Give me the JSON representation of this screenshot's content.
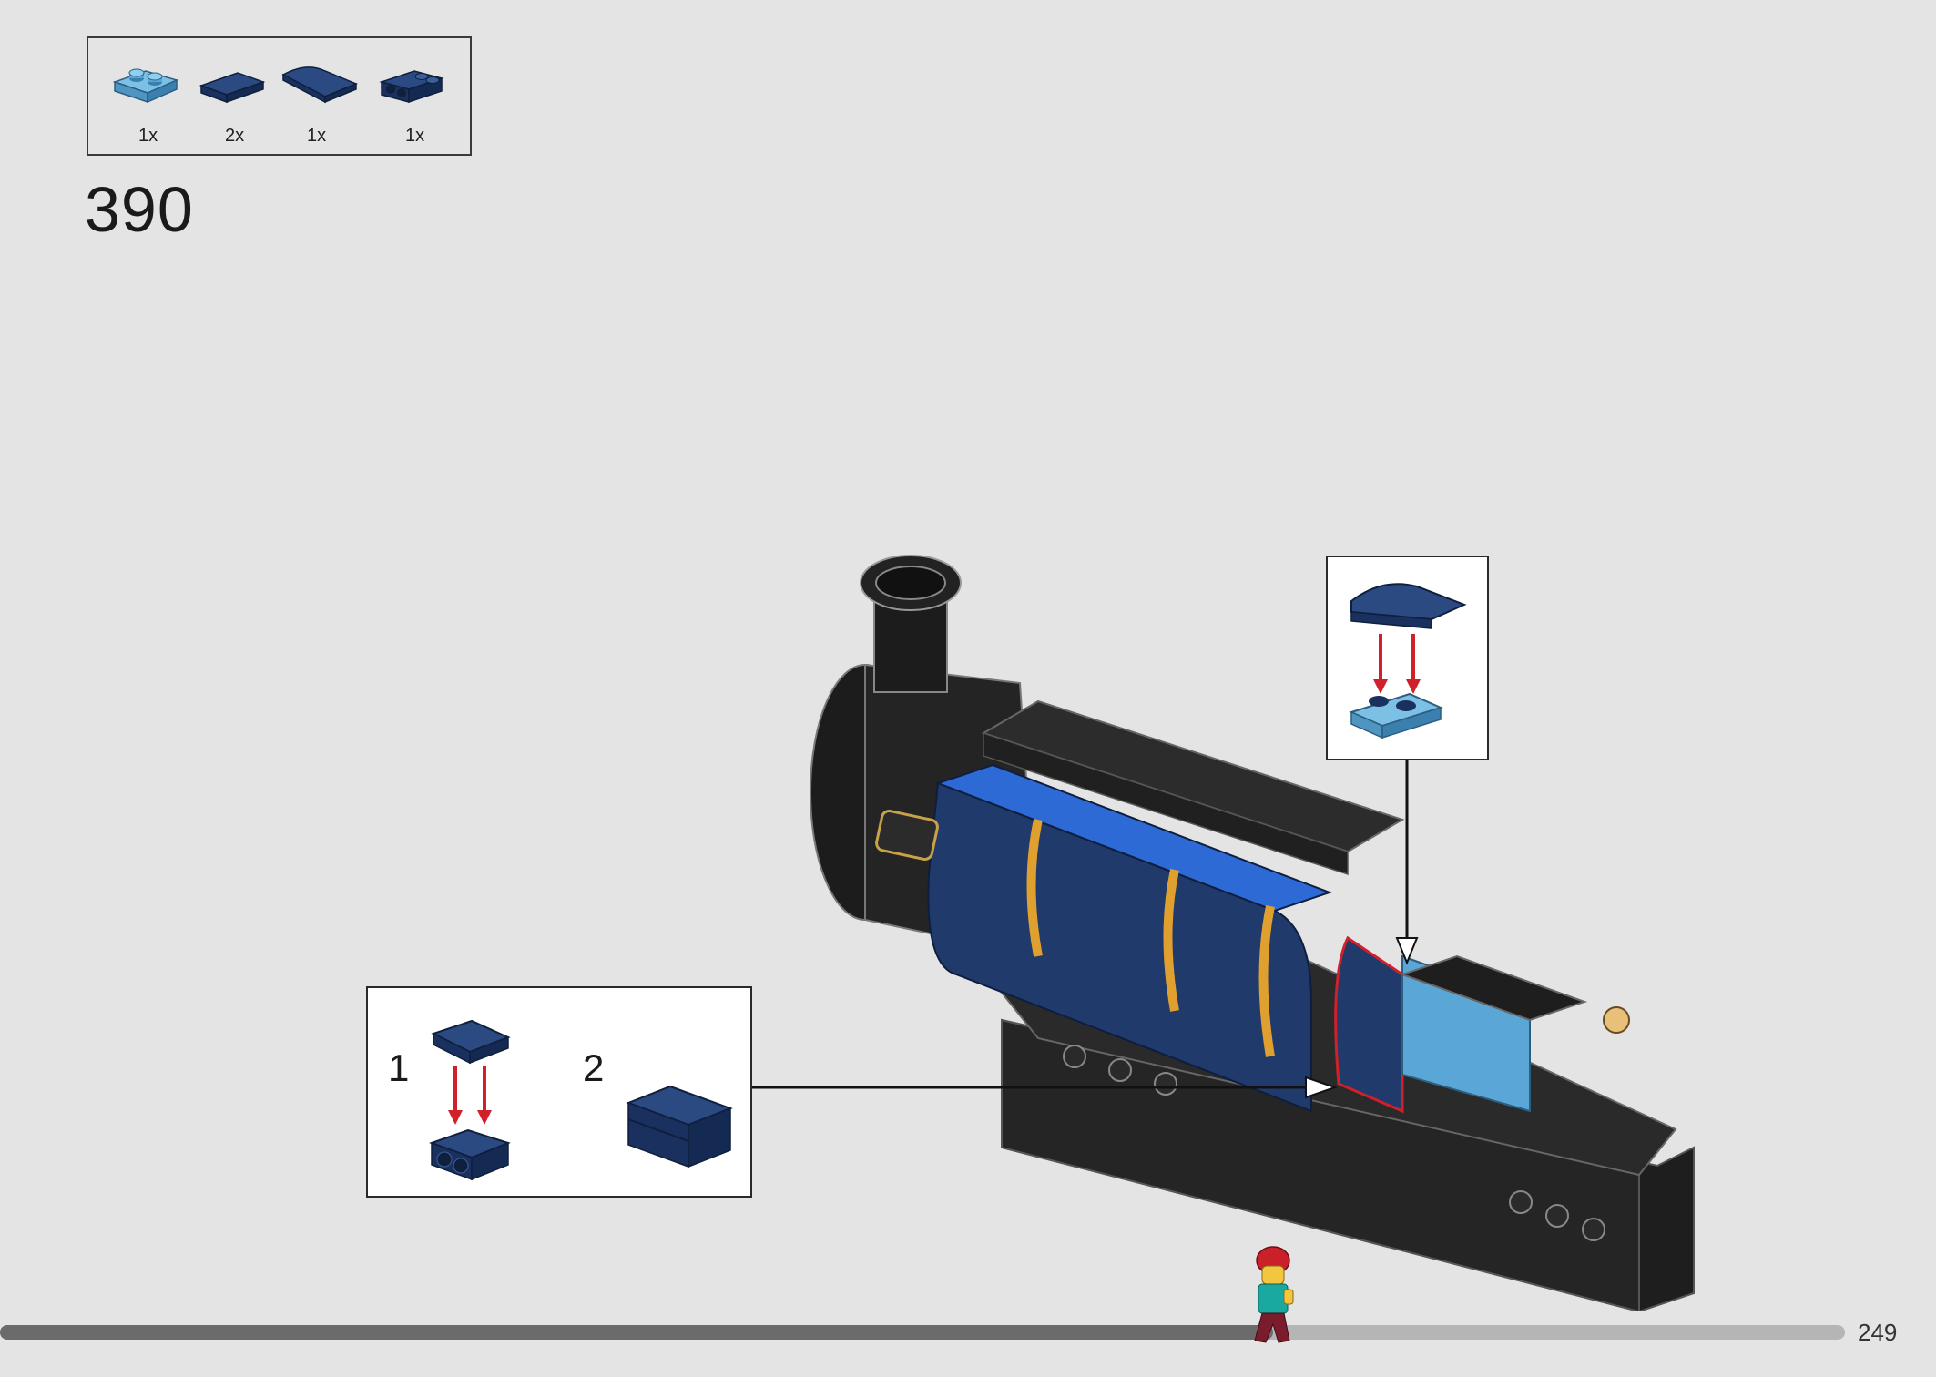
{
  "parts_list": [
    {
      "qty": "1x",
      "icon": "plate-1x2-medium-azure-icon",
      "color": "#5aa6d6"
    },
    {
      "qty": "2x",
      "icon": "tile-1x2-dark-blue-icon",
      "color": "#1f3a6b"
    },
    {
      "qty": "1x",
      "icon": "curved-slope-dark-blue-icon",
      "color": "#1f3a6b"
    },
    {
      "qty": "1x",
      "icon": "bracket-1x2-dark-blue-icon",
      "color": "#1f3a6b"
    }
  ],
  "step": {
    "number": "390"
  },
  "sub_assembly": {
    "step1": "1",
    "step2": "2"
  },
  "page": {
    "number": "249",
    "progress": 0.69
  },
  "colors": {
    "dark_blue": "#1f3a6b",
    "medium_azure": "#5aa6d6",
    "black": "#1e1e1e",
    "red_arrow": "#d0202a",
    "gold_stripe": "#e0a030"
  }
}
